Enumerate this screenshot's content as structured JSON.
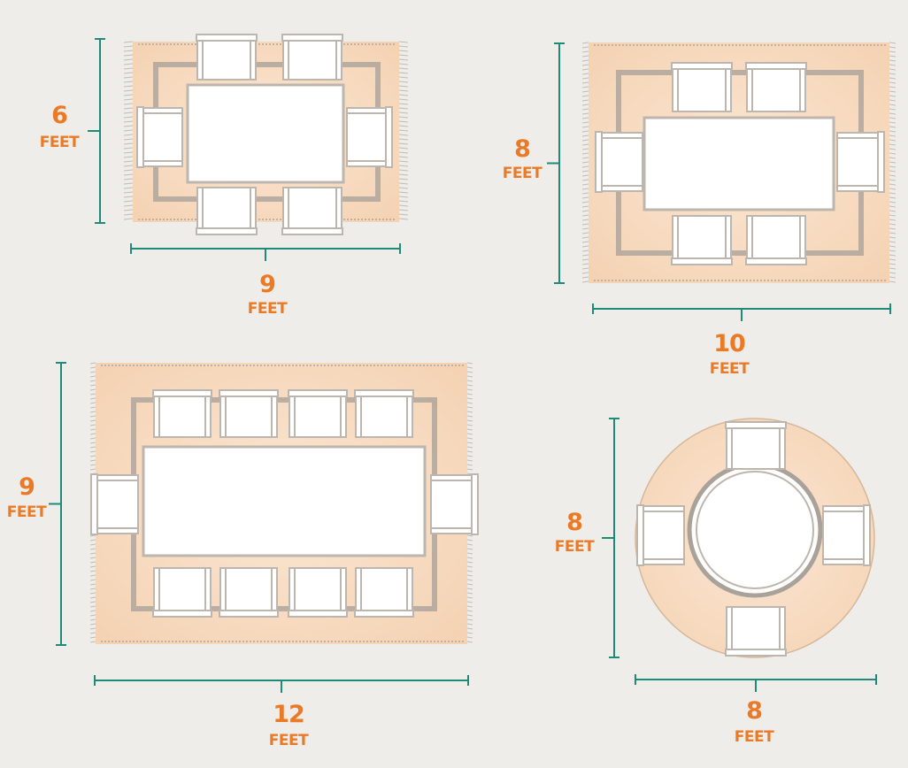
{
  "colors": {
    "background": "#efedea",
    "dimension_line": "#1e8a78",
    "label_text": "#ea7a25",
    "rug_fill": "#f7dcc4",
    "rug_border": "#a59f98",
    "furniture_fill": "#ffffff",
    "furniture_stroke": "#bdb6ae"
  },
  "rugs": [
    {
      "id": "rug-6x9",
      "shape": "rectangle",
      "width": {
        "value": "9",
        "unit": "FEET"
      },
      "height": {
        "value": "6",
        "unit": "FEET"
      },
      "chairs": 6
    },
    {
      "id": "rug-8x10",
      "shape": "rectangle",
      "width": {
        "value": "10",
        "unit": "FEET"
      },
      "height": {
        "value": "8",
        "unit": "FEET"
      },
      "chairs": 6
    },
    {
      "id": "rug-9x12",
      "shape": "rectangle",
      "width": {
        "value": "12",
        "unit": "FEET"
      },
      "height": {
        "value": "9",
        "unit": "FEET"
      },
      "chairs": 10
    },
    {
      "id": "rug-8-round",
      "shape": "circle",
      "width": {
        "value": "8",
        "unit": "FEET"
      },
      "height": {
        "value": "8",
        "unit": "FEET"
      },
      "chairs": 4
    }
  ]
}
